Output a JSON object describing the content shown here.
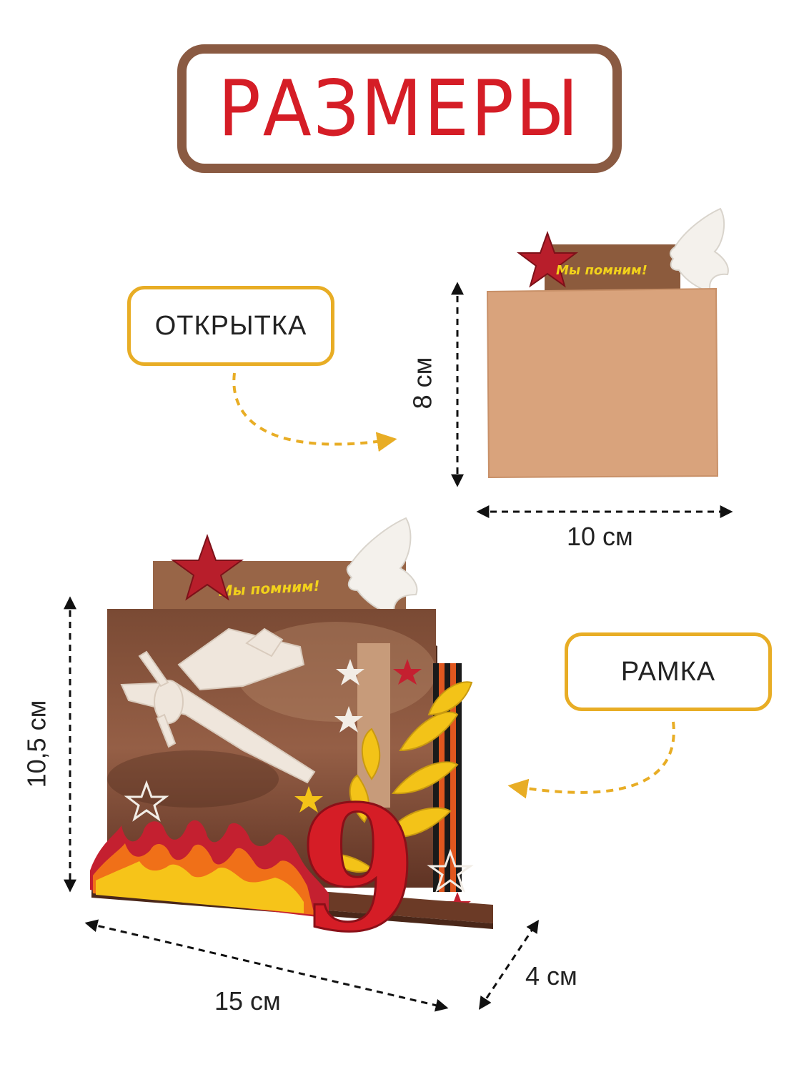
{
  "title": "РАЗМЕРЫ",
  "labels": {
    "card": "ОТКРЫТКА",
    "frame": "РАМКА"
  },
  "card_badge": "Мы помним!",
  "frame_badge": "Мы помним!",
  "frame_number": "9",
  "dimensions": {
    "card_height": "8 см",
    "card_width": "10 см",
    "frame_height": "10,5 см",
    "frame_width": "15 см",
    "frame_depth": "4 см"
  },
  "colors": {
    "title_red": "#d51d26",
    "title_border": "#8a5a42",
    "label_border": "#e8ad25",
    "kraft": "#d9a37c",
    "wood": "#6b3a26"
  }
}
